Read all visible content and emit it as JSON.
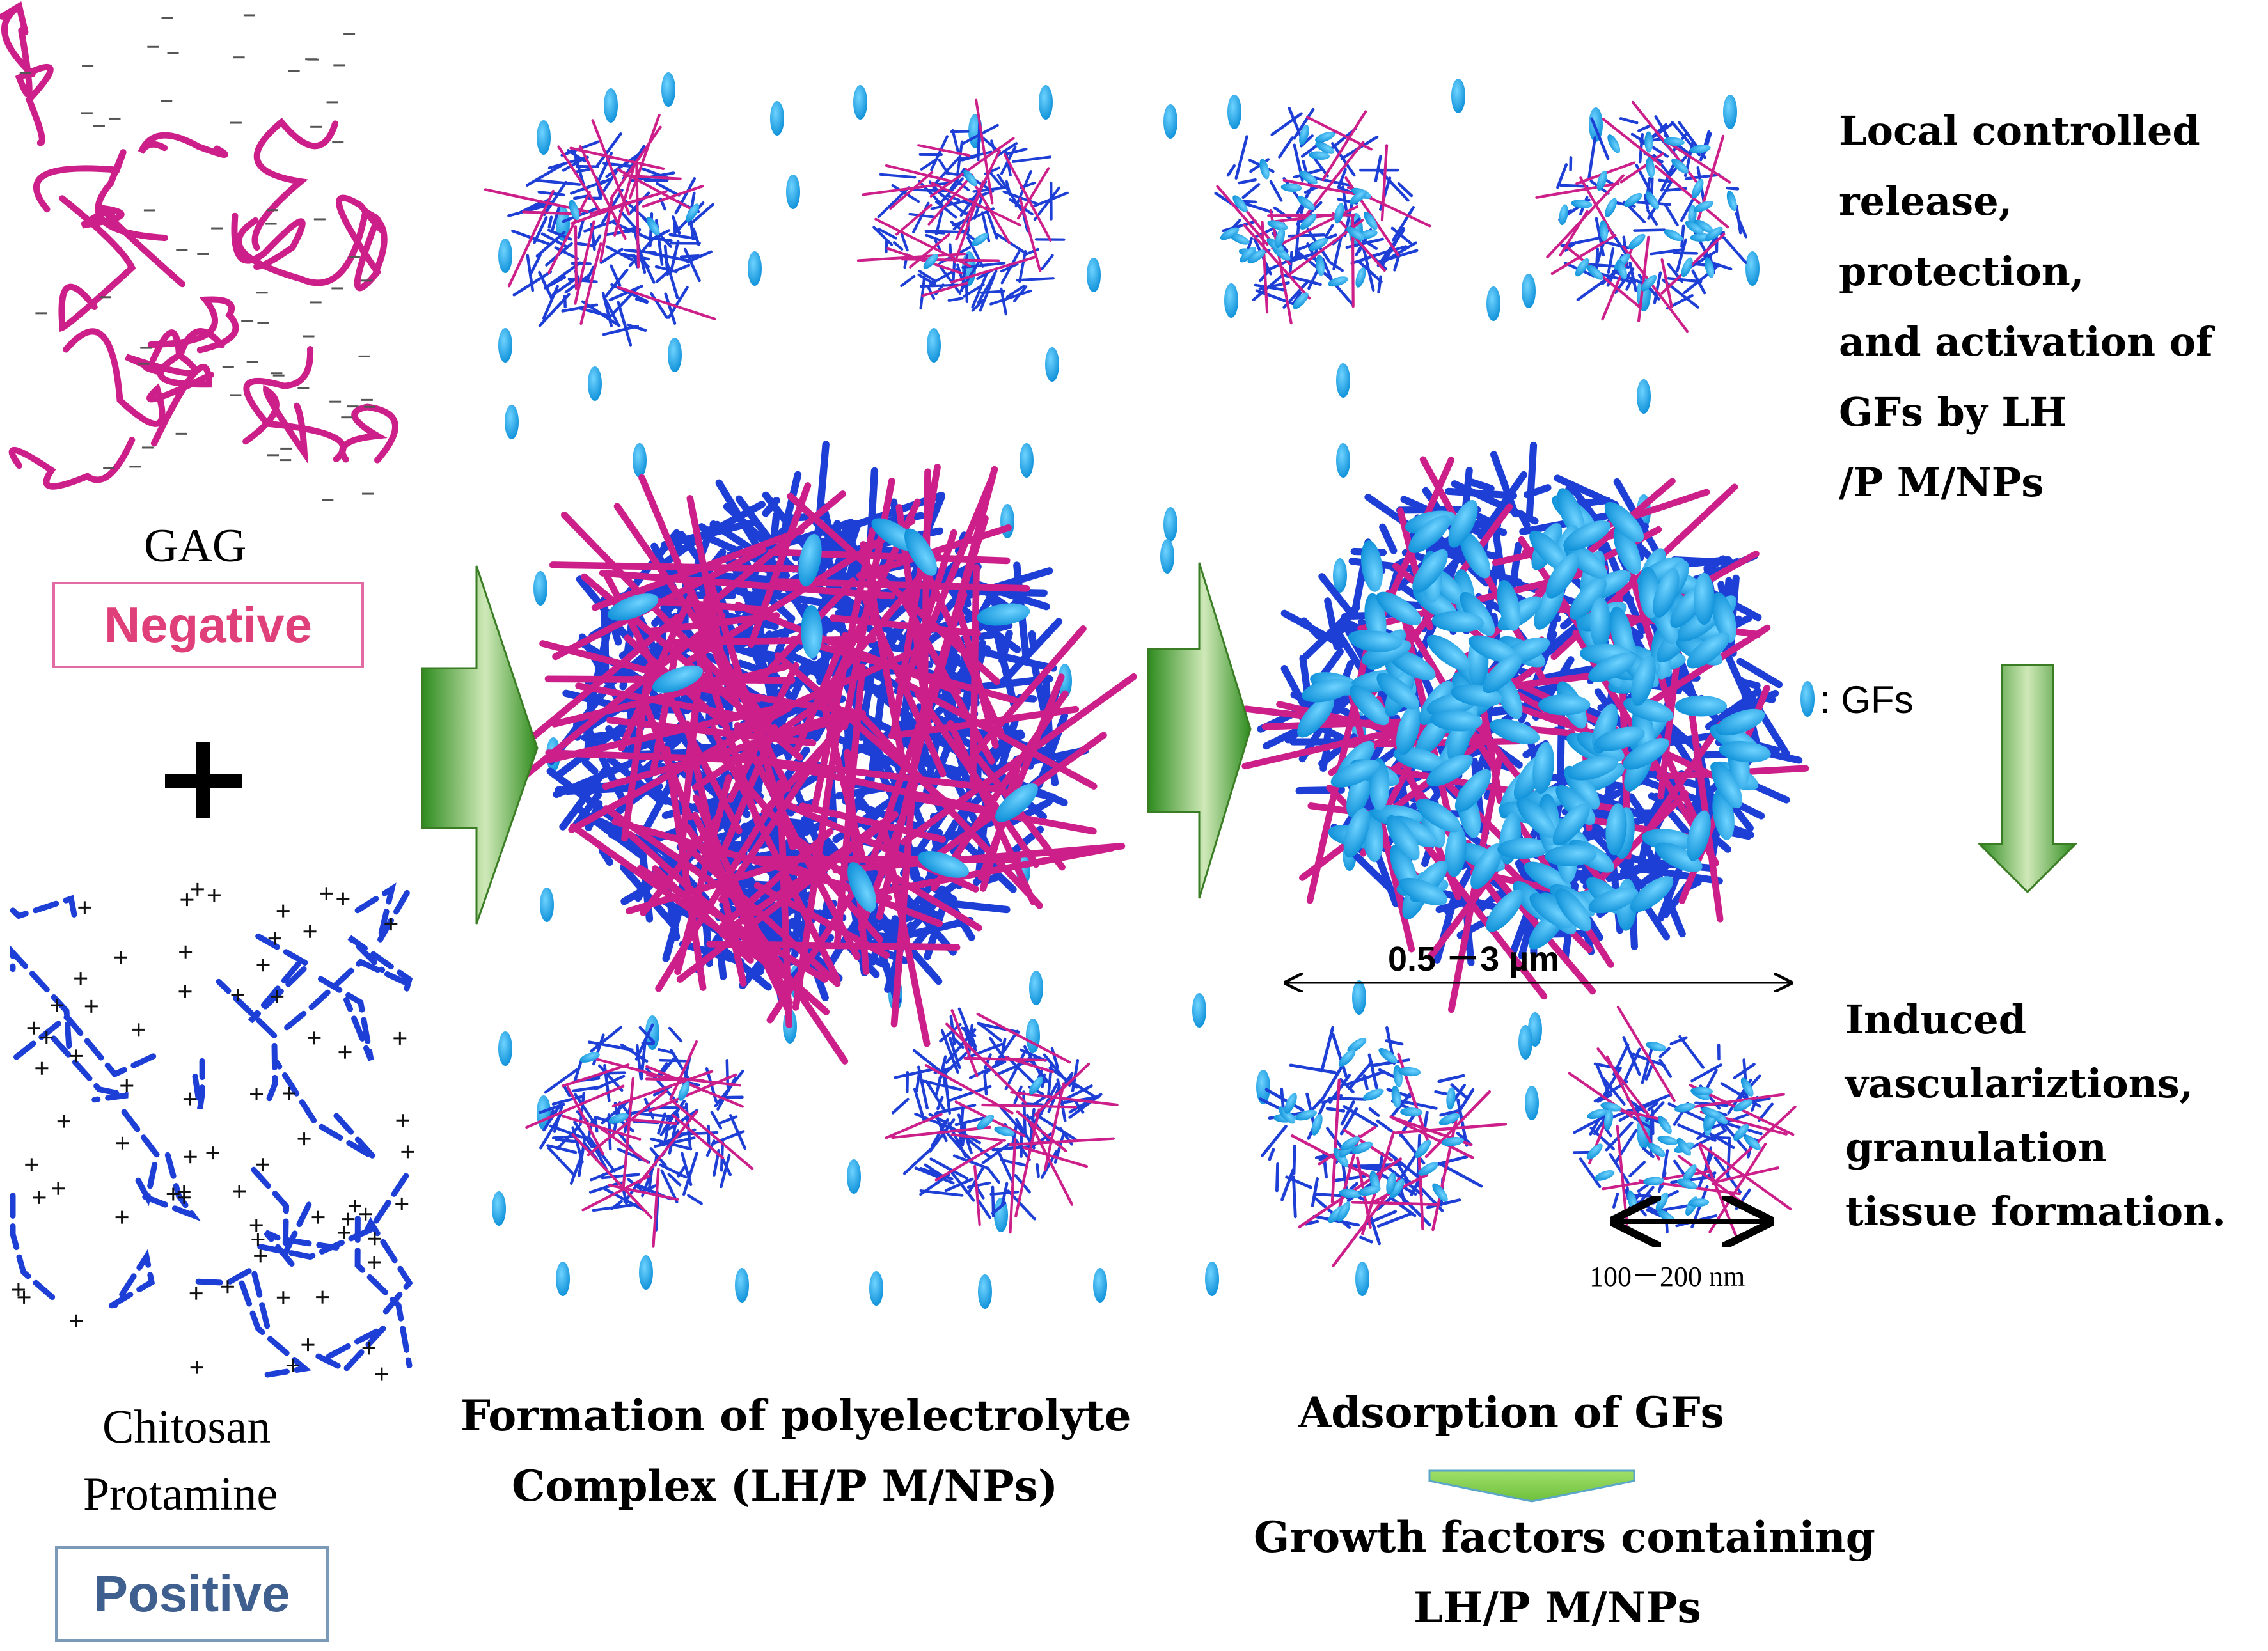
{
  "left_panel": {
    "gag_label": "GAG",
    "negative_badge": "Negative",
    "plus_sign": "+",
    "chitosan_label": "Chitosan",
    "protamine_label": "Protamine",
    "positive_badge": "Positive"
  },
  "middle_panel": {
    "caption_line1": "Formation of polyelectrolyte",
    "caption_line2": "Complex (LH/P M/NPs)"
  },
  "right_panel": {
    "size_large": "0.5 －3 µm",
    "size_small": "100－200 nm",
    "caption_line1": "Adsorption of GFs",
    "caption_line2": "Growth factors containing",
    "caption_line3": "LH/P M/NPs"
  },
  "side_panel": {
    "top_text": [
      "Local controlled",
      "release,",
      "protection,",
      "and activation of",
      "GFs by LH",
      "/P M/NPs"
    ],
    "legend_label": ": GFs",
    "bottom_text": [
      "Induced",
      "vasculariztions,",
      "granulation",
      "tissue formation."
    ]
  },
  "colors": {
    "gag_chain": "#cc1f8a",
    "positive_chain": "#1e3fd6",
    "growth_factor": "#16a8e8",
    "arrow_green": "#2e8b1e",
    "negative_text": "#e0407a",
    "positive_text": "#3f5f8f",
    "down_arrow_light": "#8ed65a"
  }
}
